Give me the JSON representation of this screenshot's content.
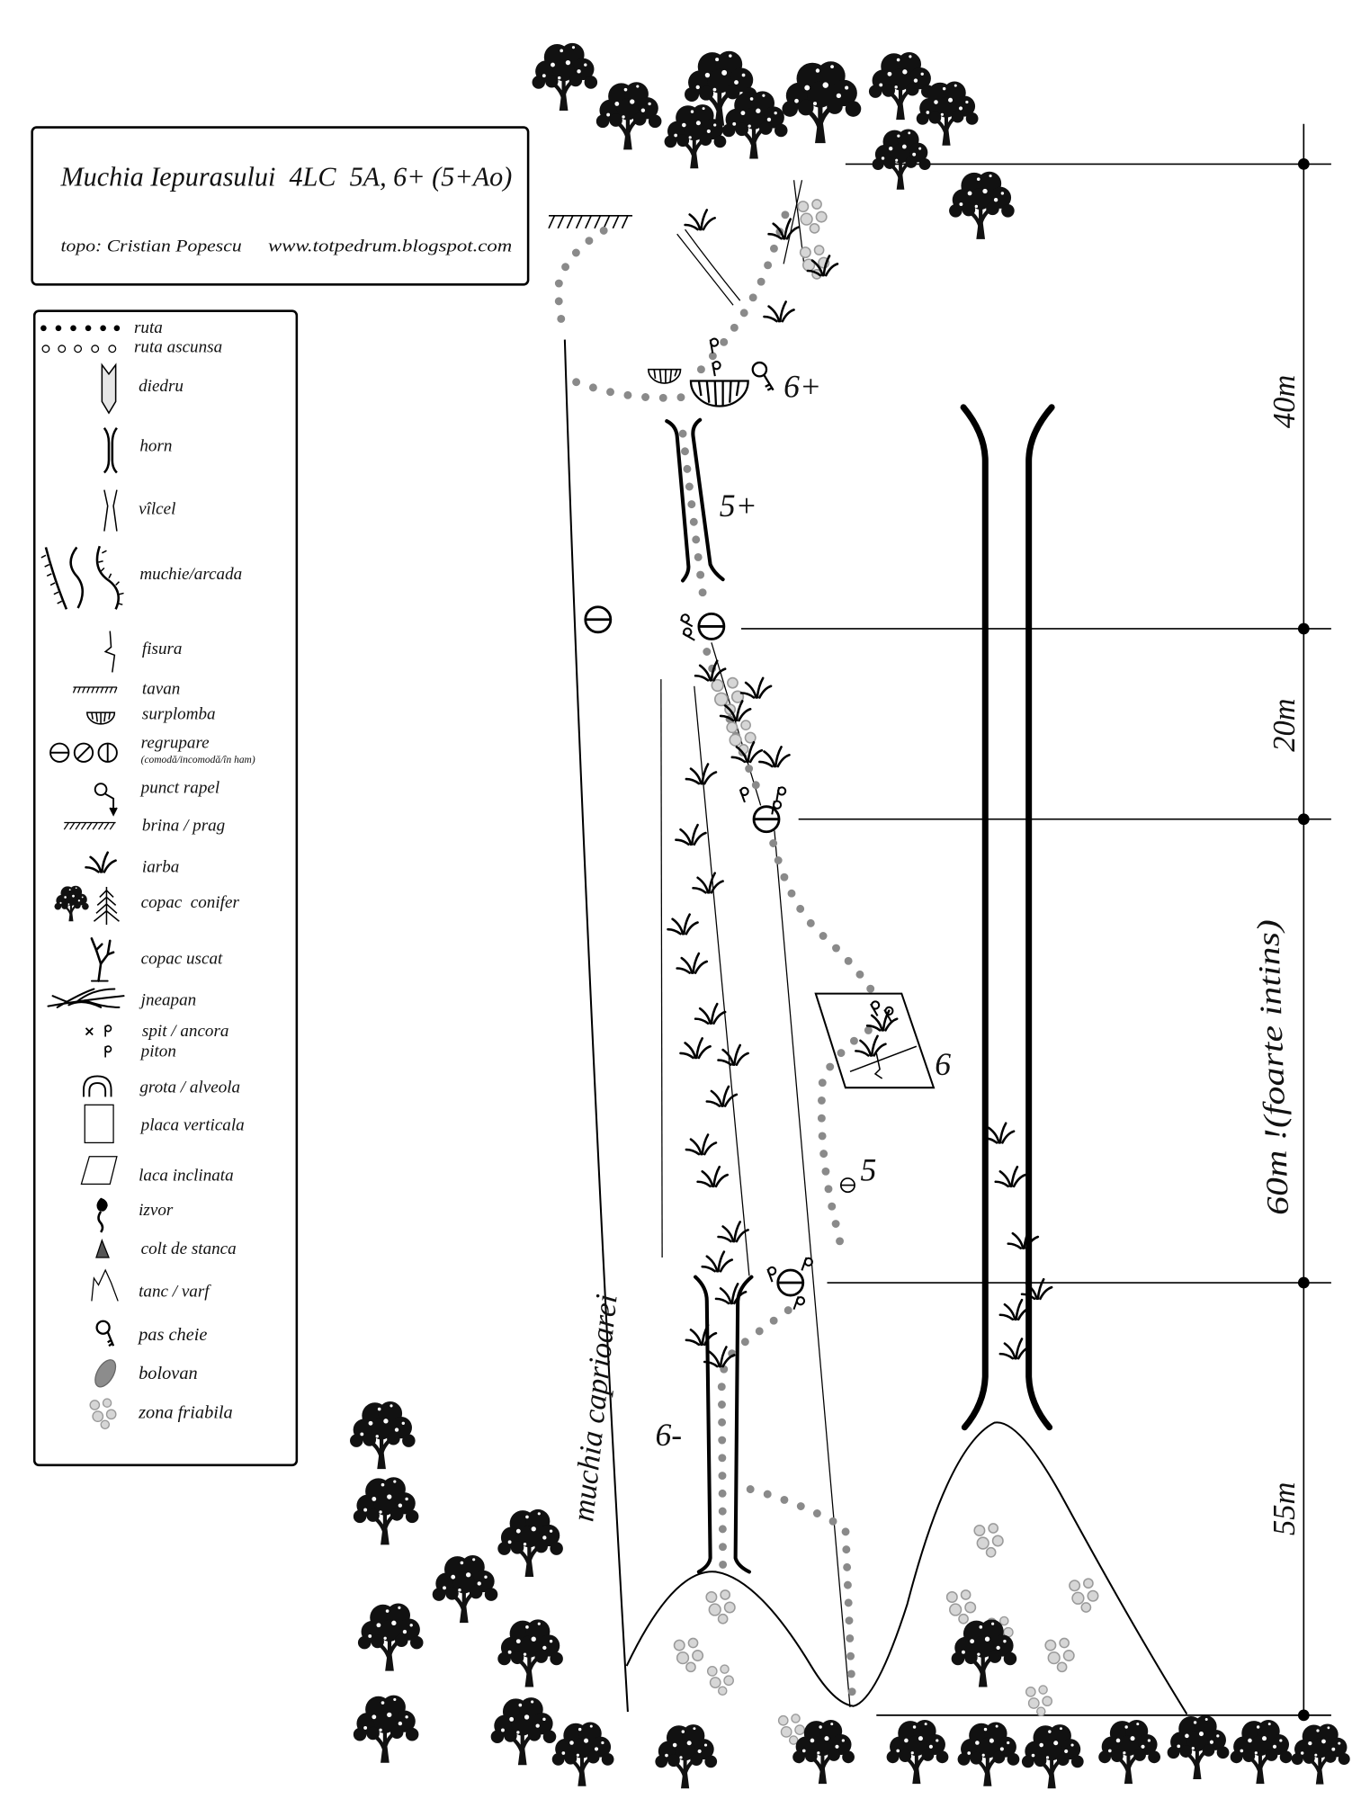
{
  "title": {
    "route": "Muchia Iepurasului  4LC  5A, 6+ (5+Ao)",
    "author": "topo: Cristian Popescu",
    "website": "www.totpedrum.blogspot.com"
  },
  "legend": [
    {
      "label": "ruta",
      "icon": "route-dots"
    },
    {
      "label": "ruta ascunsa",
      "icon": "hidden-route-dots"
    },
    {
      "label": "diedru",
      "icon": "dihedral"
    },
    {
      "label": "horn",
      "icon": "chimney"
    },
    {
      "label": "vîlcel",
      "icon": "gully"
    },
    {
      "label": "muchie/arcada",
      "icon": "ridge-arch"
    },
    {
      "label": "fisura",
      "icon": "crack"
    },
    {
      "label": "tavan",
      "icon": "roof"
    },
    {
      "label": "surplomba",
      "icon": "overhang"
    },
    {
      "label": "regrupare",
      "icon": "belay",
      "note": "(comodă/incomodă/în ham)"
    },
    {
      "label": "punct rapel",
      "icon": "rappel-point"
    },
    {
      "label": "brina / prag",
      "icon": "ledge"
    },
    {
      "label": "iarba",
      "icon": "grass"
    },
    {
      "label": "copac  conifer",
      "icon": "tree-conifer"
    },
    {
      "label": "copac uscat",
      "icon": "dead-tree"
    },
    {
      "label": "jneapan",
      "icon": "dwarf-pine"
    },
    {
      "label": "spit / ancora",
      "icon": "bolt-anchor"
    },
    {
      "label": "piton",
      "icon": "piton"
    },
    {
      "label": "grota / alveola",
      "icon": "cave"
    },
    {
      "label": "placa verticala",
      "icon": "vertical-slab"
    },
    {
      "label": "laca inclinata",
      "icon": "inclined-slab"
    },
    {
      "label": "izvor",
      "icon": "spring"
    },
    {
      "label": "colt de stanca",
      "icon": "rock-spike"
    },
    {
      "label": "tanc / varf",
      "icon": "pinnacle"
    },
    {
      "label": "pas cheie",
      "icon": "crux-key"
    },
    {
      "label": "bolovan",
      "icon": "boulder"
    },
    {
      "label": "zona friabila",
      "icon": "loose-rock"
    }
  ],
  "topo": {
    "grades": [
      "6+",
      "5+",
      "6",
      "5",
      "6-"
    ],
    "ridge_label": "muchia caprioarei",
    "distances": [
      "40m",
      "20m",
      "60m !(foarte intins)",
      "55m"
    ]
  },
  "colors": {
    "ink": "#000000",
    "route_dots": "#8a8a8a",
    "loose_rock": "#cccccc",
    "background": "#ffffff"
  }
}
